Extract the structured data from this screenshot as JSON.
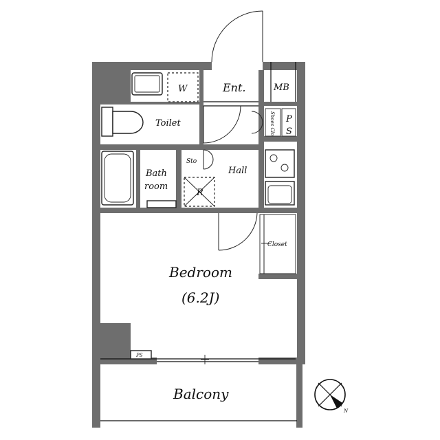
{
  "rooms": {
    "entrance": "Ent.",
    "meter_box": "MB",
    "washer": "W",
    "toilet": "Toilet",
    "shoe_closet": "Shoes Clo",
    "pipe_space_p": "P",
    "pipe_space_s": "S",
    "storage": "Sto",
    "bath_line1": "Bath",
    "bath_line2": "room",
    "hall": "Hall",
    "refrigerator": "R",
    "closet": "Closet",
    "bedroom": "Bedroom",
    "bedroom_size": "(6.2J)",
    "pipe_space_small": "PS",
    "balcony": "Balcony"
  },
  "compass": {
    "direction": "N"
  }
}
